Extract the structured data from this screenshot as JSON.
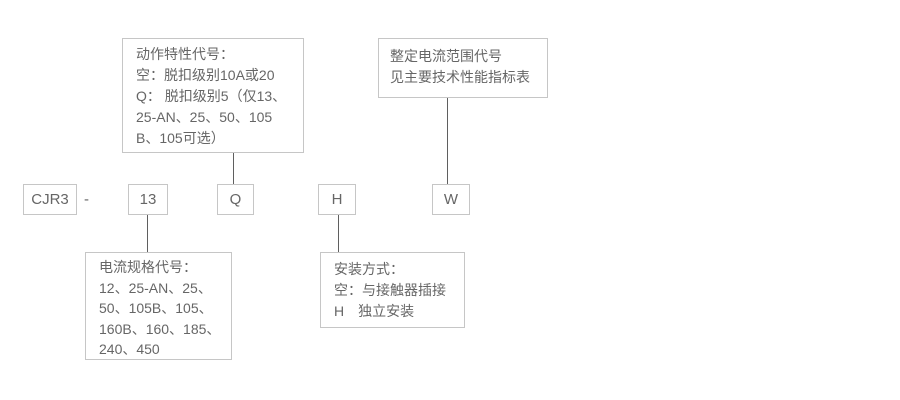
{
  "colors": {
    "background": "#ffffff",
    "text": "#666666",
    "box_border": "#c6c6c6",
    "connector_line": "#5f5f5f"
  },
  "model_code": {
    "prefix": "CJR3",
    "separator": "-",
    "current_spec_code": "13",
    "action_characteristic_code": "Q",
    "mounting_code": "H",
    "current_range_code": "W"
  },
  "callouts": {
    "action_characteristic": {
      "lines": {
        "0": "动作特性代号：",
        "1": "空：脱扣级别10A或20",
        "2": "Q： 脱扣级别5（仅13、",
        "3": "25-AN、25、50、105",
        "4": "B、105可选）"
      }
    },
    "current_range": {
      "lines": {
        "0": "整定电流范围代号",
        "1": "见主要技术性能指标表"
      }
    },
    "current_spec": {
      "lines": {
        "0": "电流规格代号：",
        "1": "12、25-AN、25、",
        "2": "50、105B、105、",
        "3": "160B、160、185、",
        "4": "240、450"
      }
    },
    "mounting": {
      "lines": {
        "0": "安装方式：",
        "1": "空：与接触器插接",
        "2": "H　独立安装"
      }
    }
  }
}
